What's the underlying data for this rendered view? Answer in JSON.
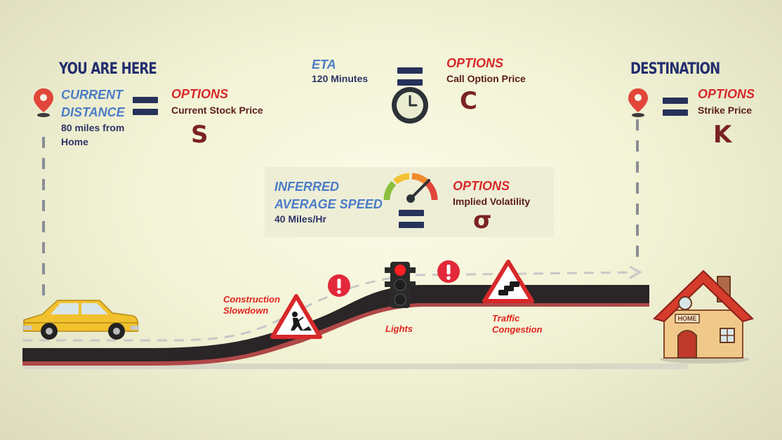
{
  "origin": {
    "heading": "YOU ARE HERE",
    "label_line1": "CURRENT",
    "label_line2": "DISTANCE",
    "detail_line1": "80 miles from",
    "detail_line2": "Home"
  },
  "current_stock": {
    "options_label": "OPTIONS",
    "title": "Current Stock Price",
    "symbol": "S"
  },
  "eta": {
    "label": "ETA",
    "detail": "120 Minutes"
  },
  "call_option": {
    "options_label": "OPTIONS",
    "title": "Call Option Price",
    "symbol": "C"
  },
  "destination": {
    "heading": "DESTINATION"
  },
  "strike": {
    "options_label": "OPTIONS",
    "title": "Strike Price",
    "symbol": "K"
  },
  "speed": {
    "label_line1": "INFERRED",
    "label_line2": "AVERAGE SPEED",
    "detail": "40 Miles/Hr"
  },
  "volatility": {
    "options_label": "OPTIONS",
    "title": "Implied Volatility",
    "symbol": "σ"
  },
  "obstacles": {
    "construction_line1": "Construction",
    "construction_line2": "Slowdown",
    "lights": "Lights",
    "traffic_line1": "Traffic",
    "traffic_line2": "Congestion"
  },
  "house": {
    "sign": "HOME"
  },
  "icons": [
    "location-pin-icon",
    "equals-icon",
    "stopwatch-icon",
    "speedometer-icon",
    "warning-icon",
    "traffic-light-icon",
    "car-icon",
    "house-icon"
  ],
  "colors": {
    "heading": "#232e6e",
    "label_blue": "#4b7cc8",
    "options_red": "#d7282a",
    "symbol": "#7a2222",
    "road": "#2a2526"
  }
}
